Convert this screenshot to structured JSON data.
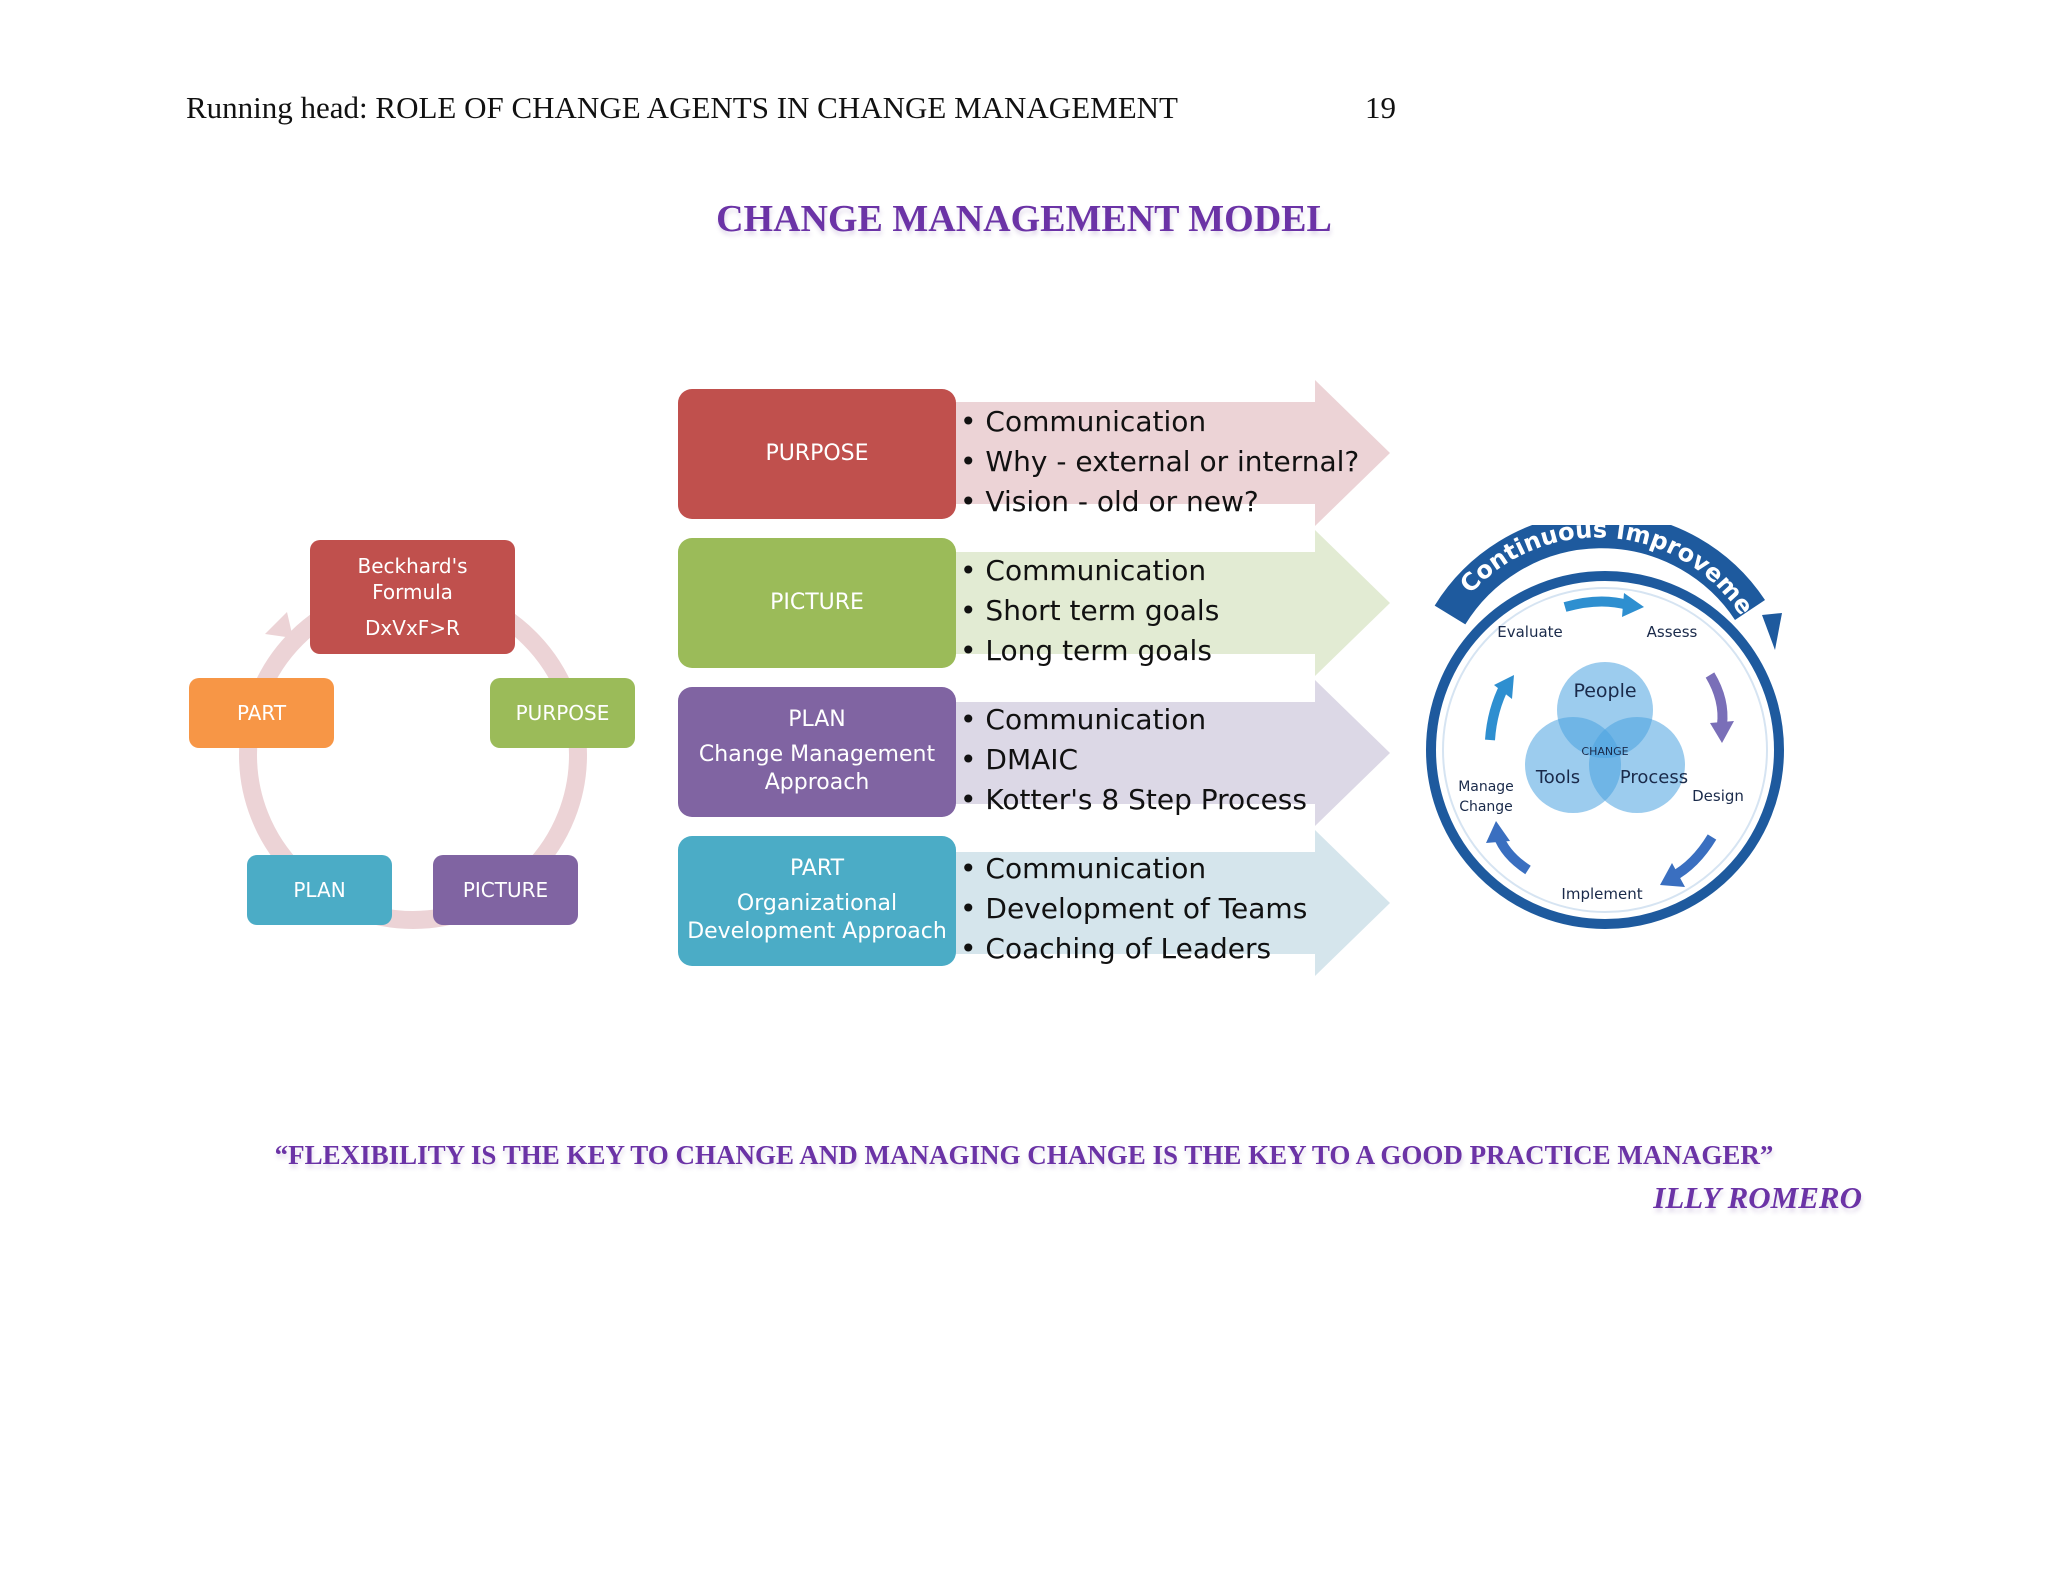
{
  "header": {
    "running_head": "Running head: ROLE OF CHANGE AGENTS IN CHANGE MANAGEMENT",
    "page_number": "19"
  },
  "title": "CHANGE MANAGEMENT MODEL",
  "cycle": {
    "center": {
      "line1": "Beckhard's",
      "line2": "Formula",
      "formula": "DxVxF>R"
    },
    "items": [
      "PURPOSE",
      "PICTURE",
      "PLAN",
      "PART"
    ]
  },
  "stages": [
    {
      "label": "PURPOSE",
      "sub": "",
      "bullets": [
        "Communication",
        "Why - external or internal?",
        "Vision - old or new?"
      ],
      "color": "#c0504d",
      "arrow_color": "#ecd3d6"
    },
    {
      "label": "PICTURE",
      "sub": "",
      "bullets": [
        "Communication",
        "Short term goals",
        "Long term goals"
      ],
      "color": "#9bbb59",
      "arrow_color": "#e2ebd3"
    },
    {
      "label": "PLAN",
      "sub": "Change Management Approach",
      "bullets": [
        "Communication",
        "DMAIC",
        "Kotter's 8 Step Process"
      ],
      "color": "#8064a2",
      "arrow_color": "#dcd8e6"
    },
    {
      "label": "PART",
      "sub": "Organizational Development Approach",
      "bullets": [
        "Communication",
        "Development of Teams",
        "Coaching of Leaders"
      ],
      "color": "#4bacc6",
      "arrow_color": "#d5e5ec"
    }
  ],
  "improvement": {
    "arc_title": "Continuous Improvement",
    "evaluate": "Evaluate",
    "assess": "Assess",
    "design": "Design",
    "implement": "Implement",
    "manage_line1": "Manage",
    "manage_line2": "Change",
    "people": "People",
    "tools": "Tools",
    "process": "Process",
    "change": "CHANGE"
  },
  "quote": "“FLEXIBILITY IS THE KEY TO CHANGE AND MANAGING CHANGE IS THE KEY TO A GOOD PRACTICE MANAGER”",
  "author": "ILLY ROMERO",
  "colors": {
    "title": "#6b33a6",
    "red": "#c0504d",
    "green": "#9bbb59",
    "purple": "#8064a2",
    "teal": "#4bacc6",
    "orange": "#f79646",
    "navy": "#1e5a9e",
    "cycle_ring": "#ecd3d6"
  }
}
